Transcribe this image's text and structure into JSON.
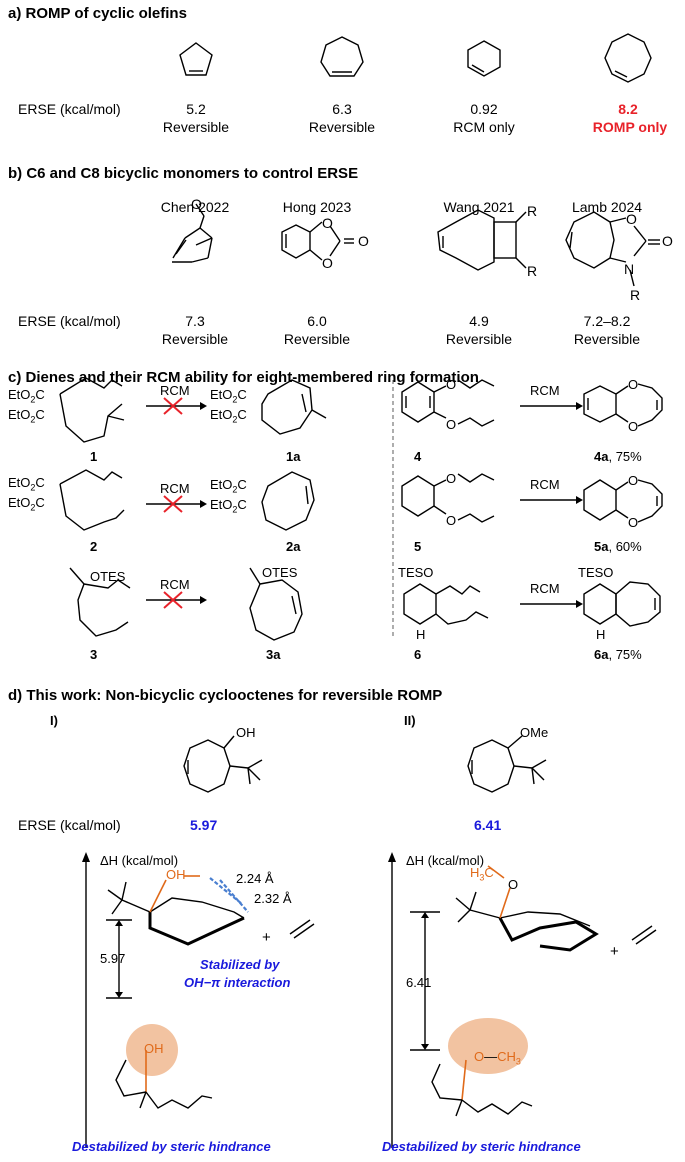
{
  "section_a": {
    "title": "a) ROMP of cyclic olefins",
    "ersse_label": "ERSE (kcal/mol)",
    "items": [
      {
        "value": "5.2",
        "note": "Reversible",
        "highlight": false
      },
      {
        "value": "6.3",
        "note": "Reversible",
        "highlight": false
      },
      {
        "value": "0.92",
        "note": "RCM only",
        "highlight": false
      },
      {
        "value": "8.2",
        "note": "ROMP only",
        "highlight": true
      }
    ],
    "highlight_color": "#e8222a"
  },
  "section_b": {
    "title": "b) C6 and C8 bicyclic monomers to control ERSE",
    "ersse_label": "ERSE (kcal/mol)",
    "items": [
      {
        "ref": "Chen 2022",
        "value": "7.3",
        "note": "Reversible"
      },
      {
        "ref": "Hong 2023",
        "value": "6.0",
        "note": "Reversible"
      },
      {
        "ref": "Wang 2021",
        "value": "4.9",
        "note": "Reversible"
      },
      {
        "ref": "Lamb 2024",
        "value": "7.2–8.2",
        "note": "Reversible"
      }
    ],
    "atoms": {
      "o": "O",
      "r": "R",
      "n": "N"
    }
  },
  "section_c": {
    "title": "c) Dienes and their RCM ability for eight-membered ring formation",
    "arrow_label": "RCM",
    "left": [
      {
        "sm": "1",
        "prod": "1a"
      },
      {
        "sm": "2",
        "prod": "2a"
      },
      {
        "sm": "3",
        "prod": "3a"
      }
    ],
    "right": [
      {
        "sm": "4",
        "prod": "4a",
        "yield": ", 75%"
      },
      {
        "sm": "5",
        "prod": "5a",
        "yield": ", 60%"
      },
      {
        "sm": "6",
        "prod": "6a",
        "yield": ", 75%"
      }
    ],
    "groups": {
      "ester1": "EtO",
      "ester2": "C",
      "sub2": "2",
      "otes": "OTES",
      "teso": "TESO",
      "o": "O",
      "h": "H"
    }
  },
  "section_d": {
    "title": "d) This work: Non-bicyclic cyclooctenes for reversible ROMP",
    "ersse_label": "ERSE (kcal/mol)",
    "panels": [
      {
        "tag": "I)",
        "group": "OH",
        "value": "5.97",
        "axis": "ΔH (kcal/mol)",
        "gap": "5.97",
        "d1": "2.24 Å",
        "d2": "2.32 Å",
        "stab": [
          "Stabilized by",
          "OH−π interaction"
        ],
        "destab": "Destabilized by steric hindrance",
        "ball": "OH"
      },
      {
        "tag": "II)",
        "group": "OMe",
        "value": "6.41",
        "axis": "ΔH (kcal/mol)",
        "gap": "6.41",
        "ome_h": "H",
        "ome_3": "3",
        "ome_c": "C",
        "ome_o": "O",
        "destab": "Destabilized by steric hindrance",
        "ball_o": "O",
        "ball_ch": "CH",
        "ball_3": "3"
      }
    ],
    "plus": "+",
    "value_color": "#1a1adc",
    "accent_color": "#e06a1a"
  }
}
